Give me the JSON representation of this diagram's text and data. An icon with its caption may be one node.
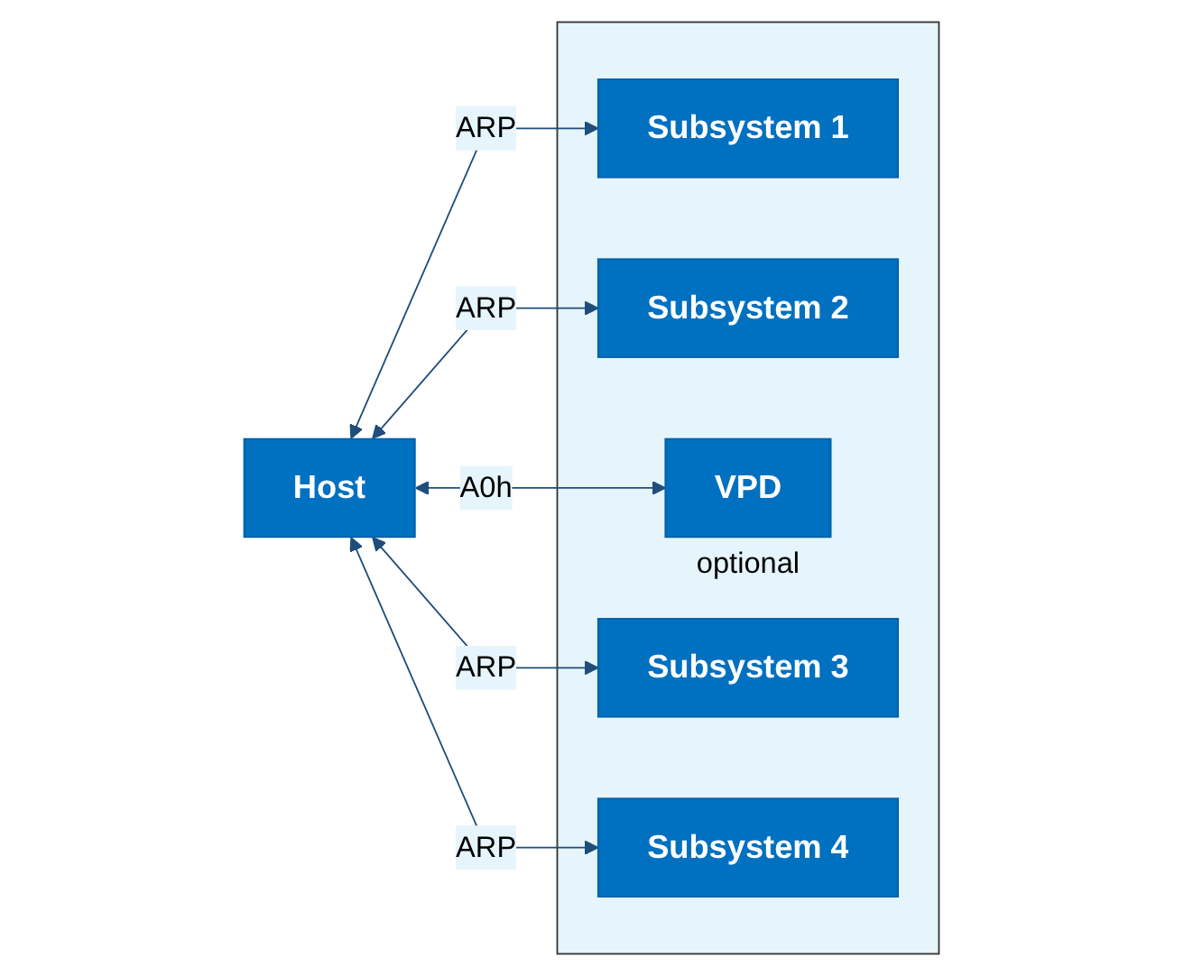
{
  "diagram": {
    "nodes": [
      {
        "text": [
          "Host"
        ]
      },
      {
        "text": [],
        "shape": "box"
      },
      {
        "text": [
          "Subsystem 1"
        ],
        "in": 1
      },
      {
        "text": [
          "Subsystem 2"
        ],
        "in": 1
      },
      {
        "text": [
          "VPD"
        ],
        "in": 1,
        "beside": [
          "optional"
        ]
      },
      {
        "text": [
          "Subsystem 3"
        ],
        "in": 1
      },
      {
        "text": [
          "Subsystem 4"
        ],
        "in": 1
      }
    ],
    "edges": [
      {
        "from": 0,
        "to": 2,
        "arrow": "both",
        "label": "ARP"
      },
      {
        "from": 0,
        "to": 3,
        "arrow": "both",
        "label": "ARP"
      },
      {
        "from": 0,
        "to": 4,
        "arrow": "both",
        "label": "A0h"
      },
      {
        "from": 0,
        "to": 5,
        "arrow": "both",
        "label": "ARP"
      },
      {
        "from": 0,
        "to": 6,
        "arrow": "both",
        "label": "ARP"
      }
    ]
  }
}
